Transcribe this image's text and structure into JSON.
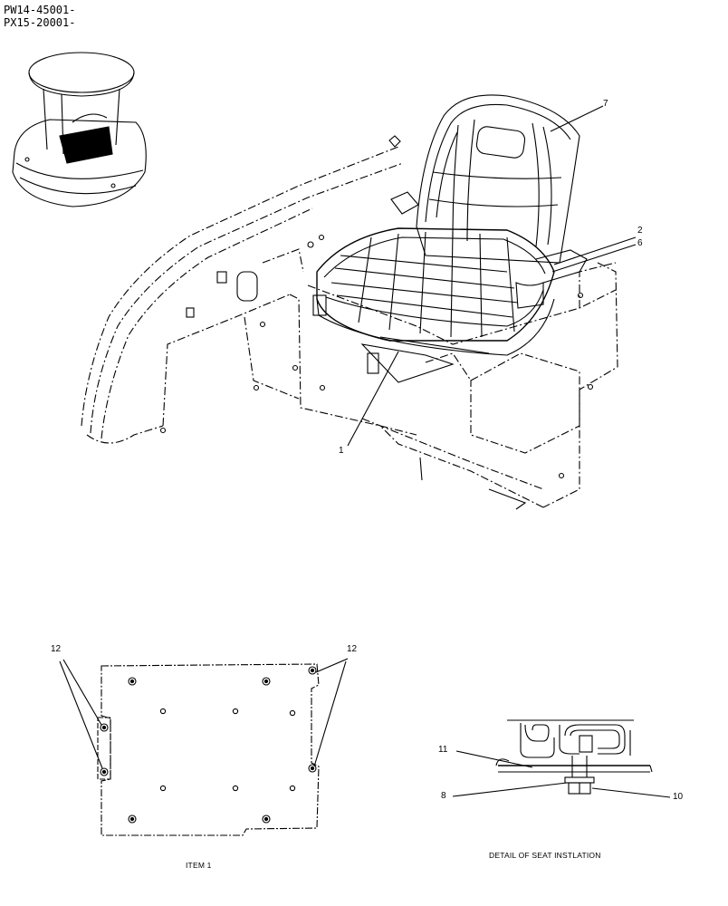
{
  "header": {
    "serial_line_1": "PW14-45001-",
    "serial_line_2": "PX15-20001-"
  },
  "callouts": {
    "item_7": "7",
    "item_2": "2",
    "item_6": "6",
    "item_1": "1",
    "item_12_left": "12",
    "item_12_right": "12",
    "item_11": "11",
    "item_8": "8",
    "item_10": "10"
  },
  "captions": {
    "item_1": "ITEM 1",
    "detail": "DETAIL OF SEAT INSTLATION"
  }
}
